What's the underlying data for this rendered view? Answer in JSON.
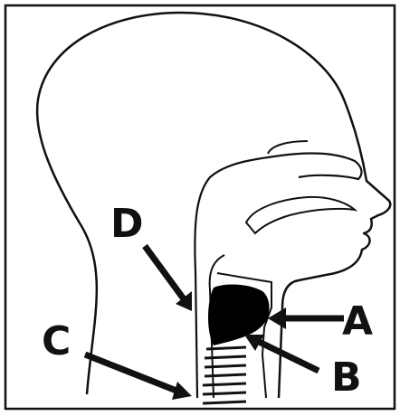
{
  "labels": {
    "a": "A",
    "b": "B",
    "c": "C",
    "d": "D"
  },
  "colors": {
    "line": "#111111",
    "fill": "#000000",
    "background": "#ffffff"
  }
}
